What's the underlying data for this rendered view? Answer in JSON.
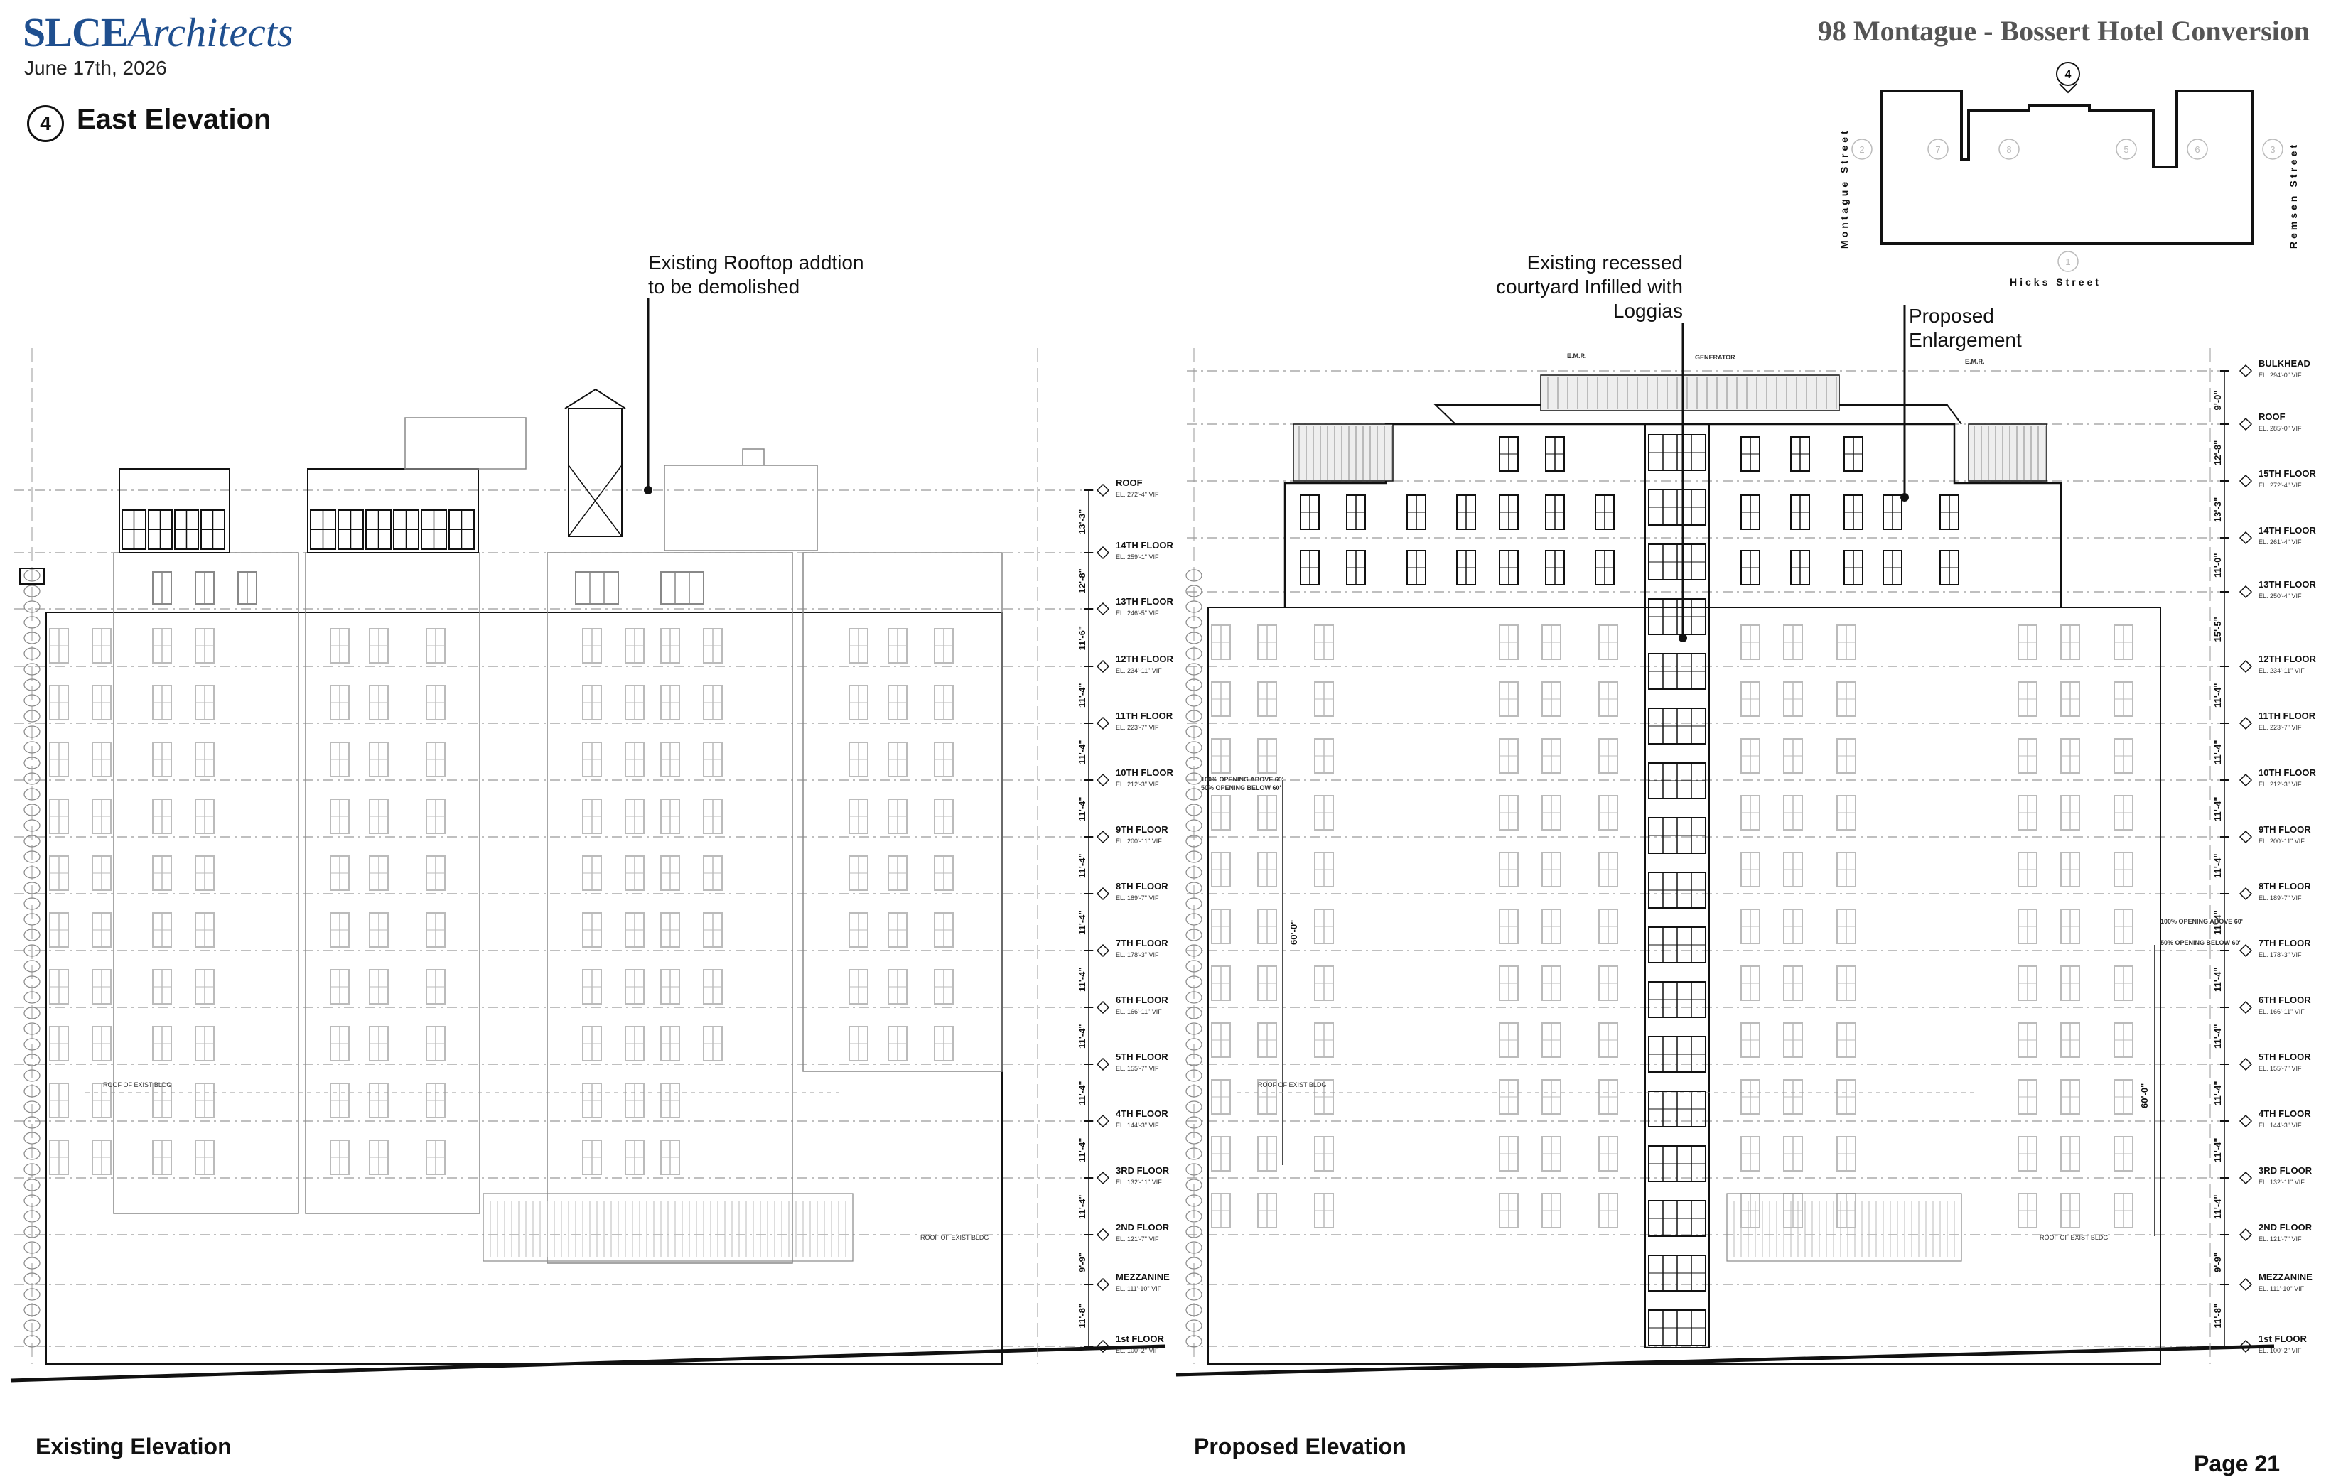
{
  "header": {
    "logo_bold": "SLCE",
    "logo_italic": "Architects",
    "date": "June 17th, 2026",
    "project_title": "98 Montague - Bossert Hotel Conversion",
    "sheet_number": "4",
    "sheet_title": "East Elevation"
  },
  "key_plan": {
    "marker": "4",
    "streets": {
      "left": "Montague Street",
      "right": "Remsen Street",
      "bottom": "Hicks Street"
    },
    "markers": [
      "2",
      "7",
      "8",
      "5",
      "6",
      "3",
      "1"
    ]
  },
  "annotations": {
    "rooftop_line1": "Existing Rooftop addtion",
    "rooftop_line2": "to be demolished",
    "courtyard_line1": "Existing recessed",
    "courtyard_line2": "courtyard Infilled with",
    "courtyard_line3": "Loggias",
    "enlarge_line1": "Proposed",
    "enlarge_line2": "Enlargement",
    "emr1": "E.M.R.",
    "emr2": "E.M.R.",
    "generator": "GENERATOR",
    "roof_exist_bldg": "ROOF OF EXIST BLDG",
    "opening_above": "100% OPENING ABOVE 60'",
    "opening_below": "50% OPENING BELOW 60'",
    "dim_60": "60'-0\""
  },
  "existing_floors": [
    {
      "name": "ROOF",
      "elev": "EL. 272'-4\" VIF",
      "dim": "13'-3\""
    },
    {
      "name": "14TH FLOOR",
      "elev": "EL. 259'-1\" VIF",
      "dim": "12'-8\""
    },
    {
      "name": "13TH FLOOR",
      "elev": "EL. 246'-5\" VIF",
      "dim": "11'-6\""
    },
    {
      "name": "12TH FLOOR",
      "elev": "EL. 234'-11\" VIF",
      "dim": "11'-4\""
    },
    {
      "name": "11TH FLOOR",
      "elev": "EL. 223'-7\" VIF",
      "dim": "11'-4\""
    },
    {
      "name": "10TH FLOOR",
      "elev": "EL. 212'-3\" VIF",
      "dim": "11'-4\""
    },
    {
      "name": "9TH FLOOR",
      "elev": "EL. 200'-11\" VIF",
      "dim": "11'-4\""
    },
    {
      "name": "8TH FLOOR",
      "elev": "EL. 189'-7\" VIF",
      "dim": "11'-4\""
    },
    {
      "name": "7TH FLOOR",
      "elev": "EL. 178'-3\" VIF",
      "dim": "11'-4\""
    },
    {
      "name": "6TH FLOOR",
      "elev": "EL. 166'-11\" VIF",
      "dim": "11'-4\""
    },
    {
      "name": "5TH FLOOR",
      "elev": "EL. 155'-7\" VIF",
      "dim": "11'-4\""
    },
    {
      "name": "4TH FLOOR",
      "elev": "EL. 144'-3\" VIF",
      "dim": "11'-4\""
    },
    {
      "name": "3RD FLOOR",
      "elev": "EL. 132'-11\" VIF",
      "dim": "11'-4\""
    },
    {
      "name": "2ND FLOOR",
      "elev": "EL. 121'-7\" VIF",
      "dim": "9'-9\""
    },
    {
      "name": "MEZZANINE",
      "elev": "EL. 111'-10\" VIF",
      "dim": "11'-8\""
    },
    {
      "name": "1st FLOOR",
      "elev": "EL. 100'-2\" VIF",
      "dim": ""
    }
  ],
  "proposed_floors": [
    {
      "name": "BULKHEAD",
      "elev": "EL. 294'-0\" VIF",
      "dim": "9'-0\""
    },
    {
      "name": "ROOF",
      "elev": "EL. 285'-0\" VIF",
      "dim": "12'-8\""
    },
    {
      "name": "15TH FLOOR",
      "elev": "EL. 272'-4\" VIF",
      "dim": "13'-3\""
    },
    {
      "name": "14TH FLOOR",
      "elev": "EL. 261'-4\" VIF",
      "dim": "11'-0\""
    },
    {
      "name": "13TH FLOOR",
      "elev": "EL. 250'-4\" VIF",
      "dim": "15'-5\""
    },
    {
      "name": "12TH FLOOR",
      "elev": "EL. 234'-11\" VIF",
      "dim": "11'-4\""
    },
    {
      "name": "11TH FLOOR",
      "elev": "EL. 223'-7\" VIF",
      "dim": "11'-4\""
    },
    {
      "name": "10TH FLOOR",
      "elev": "EL. 212'-3\" VIF",
      "dim": "11'-4\""
    },
    {
      "name": "9TH FLOOR",
      "elev": "EL. 200'-11\" VIF",
      "dim": "11'-4\""
    },
    {
      "name": "8TH FLOOR",
      "elev": "EL. 189'-7\" VIF",
      "dim": "11'-4\""
    },
    {
      "name": "7TH FLOOR",
      "elev": "EL. 178'-3\" VIF",
      "dim": "11'-4\""
    },
    {
      "name": "6TH FLOOR",
      "elev": "EL. 166'-11\" VIF",
      "dim": "11'-4\""
    },
    {
      "name": "5TH FLOOR",
      "elev": "EL. 155'-7\" VIF",
      "dim": "11'-4\""
    },
    {
      "name": "4TH FLOOR",
      "elev": "EL. 144'-3\" VIF",
      "dim": "11'-4\""
    },
    {
      "name": "3RD FLOOR",
      "elev": "EL. 132'-11\" VIF",
      "dim": "11'-4\""
    },
    {
      "name": "2ND FLOOR",
      "elev": "EL. 121'-7\" VIF",
      "dim": "9'-9\""
    },
    {
      "name": "MEZZANINE",
      "elev": "EL. 111'-10\" VIF",
      "dim": "11'-8\""
    },
    {
      "name": "1st FLOOR",
      "elev": "EL. 100'-2\" VIF",
      "dim": ""
    }
  ],
  "footer": {
    "existing_label": "Existing Elevation",
    "proposed_label": "Proposed Elevation",
    "page_number": "Page 21"
  },
  "colors": {
    "logo_blue": "#1f4f8f",
    "title_gray": "#555555",
    "line": "#111111"
  }
}
